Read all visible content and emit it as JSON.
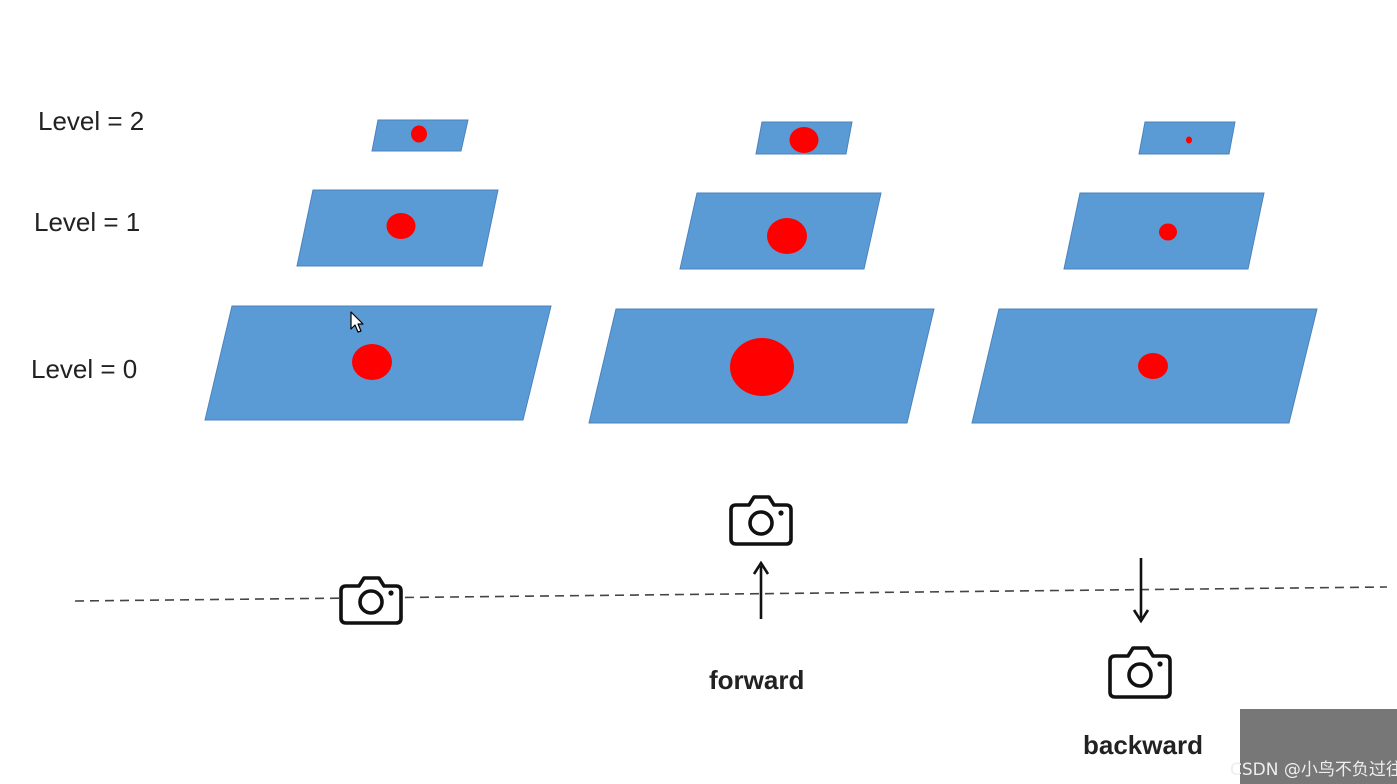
{
  "labels": {
    "level2": "Level = 2",
    "level1": "Level = 1",
    "level0": "Level = 0",
    "forward": "forward",
    "backward": "backward"
  },
  "colors": {
    "plane": "#5b9bd5",
    "plane_edge": "#4a83bd",
    "target": "#ff0000",
    "line": "#444444",
    "icon": "#111111"
  },
  "icons": [
    "camera-icon",
    "up-arrow-icon",
    "down-arrow-icon",
    "cursor-icon"
  ],
  "watermark": "CSDN @小鸟不负过往"
}
